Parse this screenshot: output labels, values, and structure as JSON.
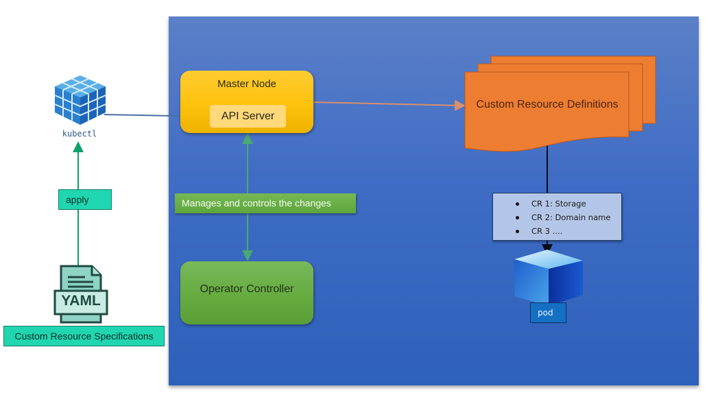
{
  "diagram": {
    "title": "Kubernetes Operator workflow",
    "colors": {
      "panel": "#3f6cc4",
      "master_node": "#fdc20c",
      "api_server": "#ffd97a",
      "operator_controller": "#66ab40",
      "crd": "#ed7d31",
      "cr_list": "#b4c6e7",
      "label_teal": "#20d6b0",
      "pod_label": "#1570c4"
    },
    "left": {
      "kubectl_icon": "kubectl-cube-icon",
      "kubectl_label": "kubectl",
      "apply_label": "apply",
      "yaml_icon": "yaml-file-icon",
      "yaml_text": "YAML",
      "spec_label": "Custom Resource Specifications"
    },
    "master_node": {
      "title": "Master Node",
      "api_server": "API Server"
    },
    "manages_label": "Manages and controls the changes",
    "operator_controller": "Operator Controller",
    "crd": {
      "label": "Custom Resource Definitions"
    },
    "cr_items": [
      "CR 1: Storage",
      "CR 2: Domain name",
      "CR 3 ...."
    ],
    "pod": {
      "icon": "pod-cube-icon",
      "label": "pod"
    },
    "edges": [
      {
        "from": "kubectl",
        "to": "API Server",
        "style": "arrow"
      },
      {
        "from": "Custom Resource Specifications",
        "to": "kubectl",
        "style": "arrow",
        "label": "apply"
      },
      {
        "from": "Master Node",
        "to": "Custom Resource Definitions",
        "style": "arrow"
      },
      {
        "from": "API Server",
        "to": "Operator Controller",
        "style": "double-arrow",
        "label": "Manages and controls the changes"
      },
      {
        "from": "Custom Resource Definitions",
        "to": "pod",
        "style": "arrow"
      }
    ]
  }
}
